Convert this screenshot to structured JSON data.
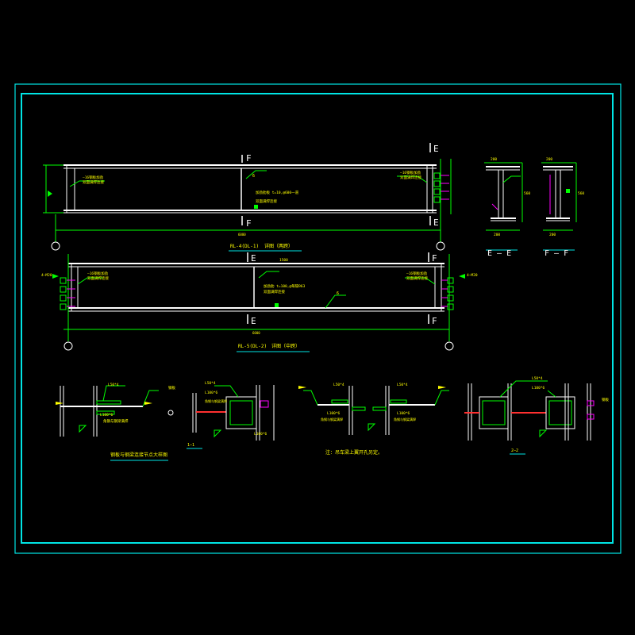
{
  "colors": {
    "background": "#000000",
    "frame": "#00e5e5",
    "line": "#ffffff",
    "dim": "#00ff00",
    "text": "#ffff00",
    "annotation": "#ff00ff",
    "weld": "#ff3030"
  },
  "beam1": {
    "caption": "RL-4(DL-1)",
    "caption_tag": "详图（两跨）",
    "section_mark_top_left": "F",
    "section_mark_bottom_left": "F",
    "section_mark_top_right": "E",
    "section_mark_bottom_right": "E",
    "note_left_1": "—16钢板加劲",
    "note_left_2": "双面满焊连接",
    "note_right_1": "—16钢板加劲",
    "note_right_2": "双面满焊连接",
    "note_mid_1": "加劲肋板 t=10,@600一道",
    "note_mid_2": "双面满焊连接",
    "weld_size": "6",
    "dim_total": "6000"
  },
  "beam2": {
    "caption": "RL-5(DL-2)",
    "caption_tag": "详图（中跨）",
    "section_mark_top_left": "E",
    "section_mark_bottom_left": "E",
    "section_mark_top_right": "F",
    "section_mark_bottom_right": "F",
    "left_tag": "4—M20",
    "right_tag": "4—M20",
    "note_left_1": "—16钢板加劲",
    "note_left_2": "双面满焊连接",
    "note_right_1": "—16钢板加劲",
    "note_right_2": "双面满焊连接",
    "note_mid_1": "加劲肋 t=100,@每隔963",
    "note_mid_2": "双面满焊连接",
    "weld_size": "6",
    "dim_top_mid": "1500",
    "dim_total": "6000"
  },
  "sections": {
    "ee_label": "E — E",
    "ff_label": "F — F",
    "ee_dim_top": "200",
    "ee_dim_side": "560",
    "ee_dim_bottom": "200",
    "ff_dim_top": "200",
    "ff_dim_side": "560",
    "ff_dim_bottom": "200"
  },
  "details": {
    "d1_caption": "钢板与钢梁连接节点大样图",
    "d1_tag_top": "L50*4",
    "d1_tag_mid": "L100*6",
    "d1_note": "角钢与钢梁满焊",
    "d2_tag_top": "L50*4",
    "d2_tag_mid": "L100*6",
    "d2_tag_bottom": "L100*6",
    "d2_note": "角钢与钢梁满焊",
    "d2_caption": "1—1",
    "d3_tag_top": "L50*4",
    "d3_tag_top2": "L50*4",
    "d3_tag_mid": "L100*6",
    "d3_tag_mid2": "L100*6",
    "d3_note": "角钢与钢梁满焊",
    "d3_note2": "角钢与钢梁满焊",
    "note_main": "注：吊车梁上翼开孔另定。",
    "d4_tag_top": "L50*4",
    "d4_tag_mid": "L100*6",
    "d4_side": "钢板",
    "d4_caption": "2—2",
    "label_plate": "钢板"
  },
  "axes": {
    "a1": "",
    "a2": ""
  }
}
